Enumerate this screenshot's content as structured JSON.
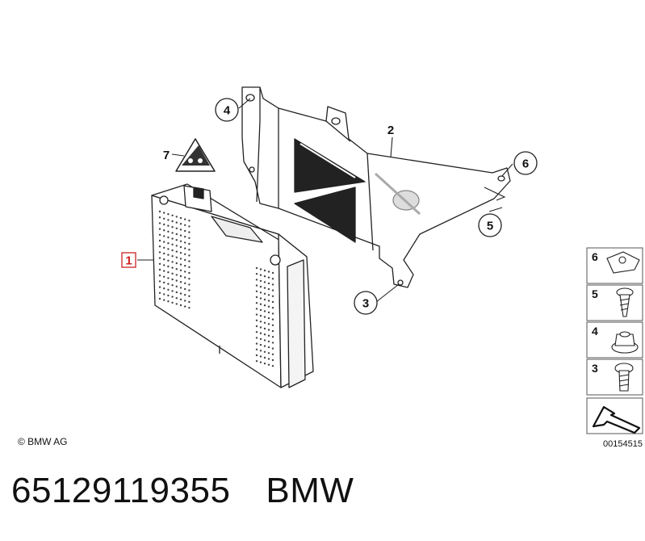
{
  "callouts": {
    "c1": "1",
    "c2": "2",
    "c3": "3",
    "c4": "4",
    "c5": "5",
    "c6": "6",
    "c7": "7"
  },
  "legend": {
    "items": [
      "6",
      "5",
      "4",
      "3"
    ]
  },
  "diagram_number": "00154515",
  "copyright": "© BMW AG",
  "part_number": "65129119355",
  "brand": "BMW"
}
